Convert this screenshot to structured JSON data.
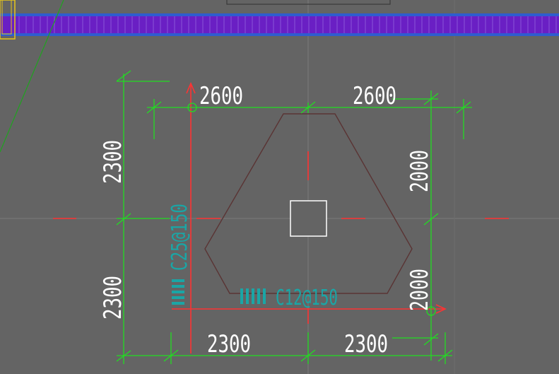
{
  "colors": {
    "background": "#646464",
    "dimension": "#22dd22",
    "axis": "#ff3333",
    "cap_outline": "#5a3434",
    "column": "#ffffff",
    "beam": "#6a1fc4",
    "rebar_text": "#1aa6a6"
  },
  "dimensions": {
    "top_left": "2600",
    "top_right": "2600",
    "left_upper": "2300",
    "left_lower": "2300",
    "right_upper": "2000",
    "right_lower": "2000",
    "bottom_left": "2300",
    "bottom_right": "2300"
  },
  "rebar": {
    "vertical_label": "C25@150",
    "horizontal_label": "C12@150"
  }
}
